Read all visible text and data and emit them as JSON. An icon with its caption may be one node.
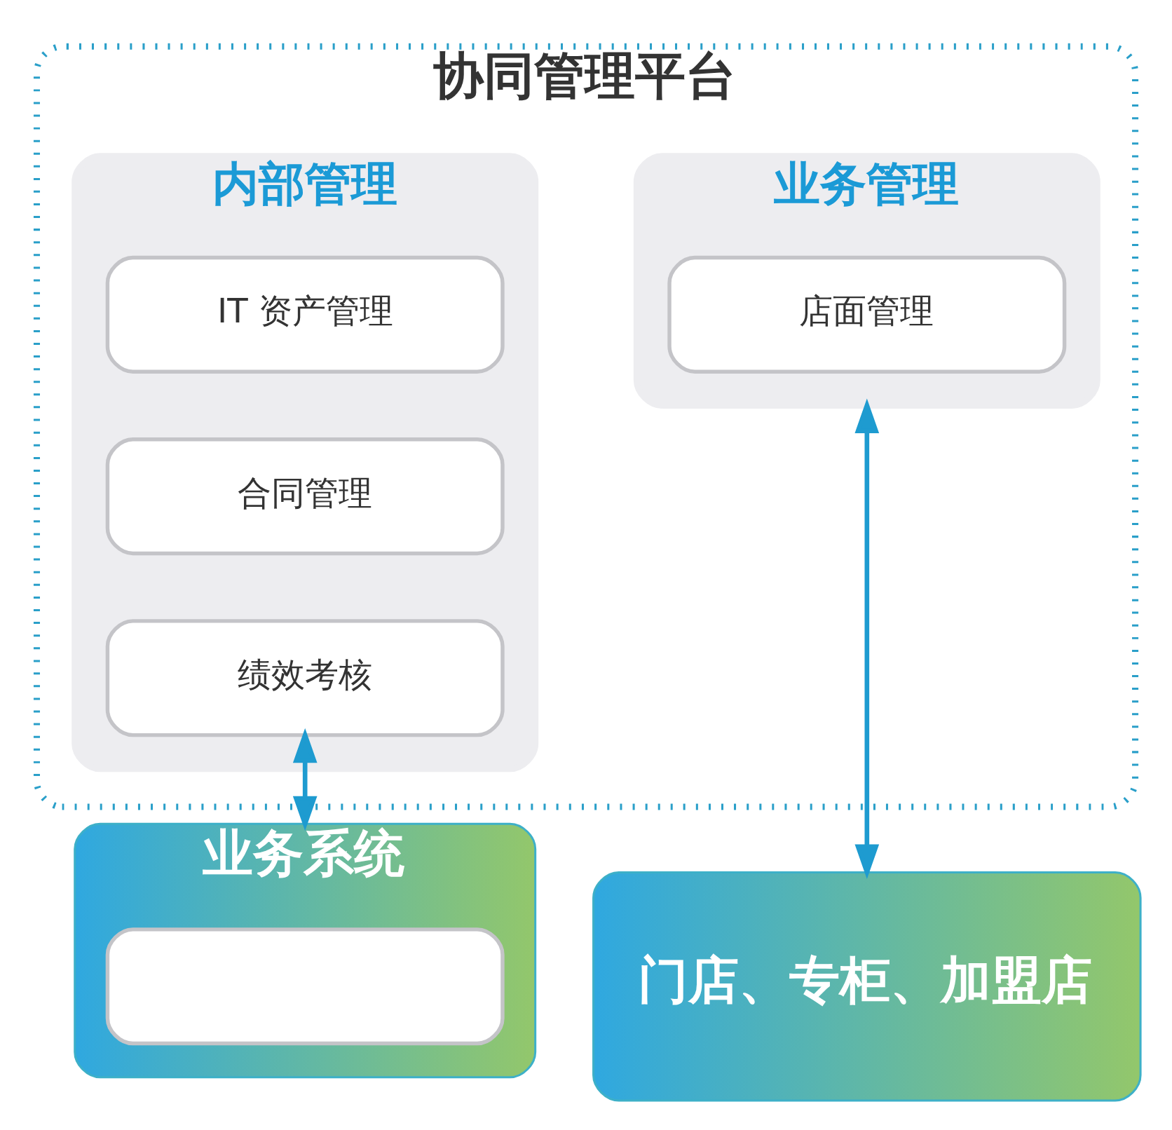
{
  "diagram": {
    "nodes": [
      {
        "text": [
          "协同管理平台"
        ]
      },
      {
        "text": [
          "内部管理"
        ],
        "in": 0
      },
      {
        "text": [
          "IT 资产管理"
        ],
        "in": 1
      },
      {
        "text": [
          "合同管理"
        ],
        "in": 1
      },
      {
        "text": [
          "绩效考核"
        ],
        "in": 1
      },
      {
        "text": [
          "业务管理"
        ],
        "in": 0
      },
      {
        "text": [
          "店面管理"
        ],
        "in": 5
      },
      {
        "text": [
          "业务系统"
        ]
      },
      {
        "text": [],
        "shape": "box",
        "in": 7
      },
      {
        "text": [
          "门店、专柜、加盟店"
        ]
      }
    ],
    "edges": [
      {
        "from": 4,
        "to": 7,
        "arrow": "both"
      },
      {
        "from": 5,
        "to": 9,
        "arrow": "both"
      }
    ]
  }
}
